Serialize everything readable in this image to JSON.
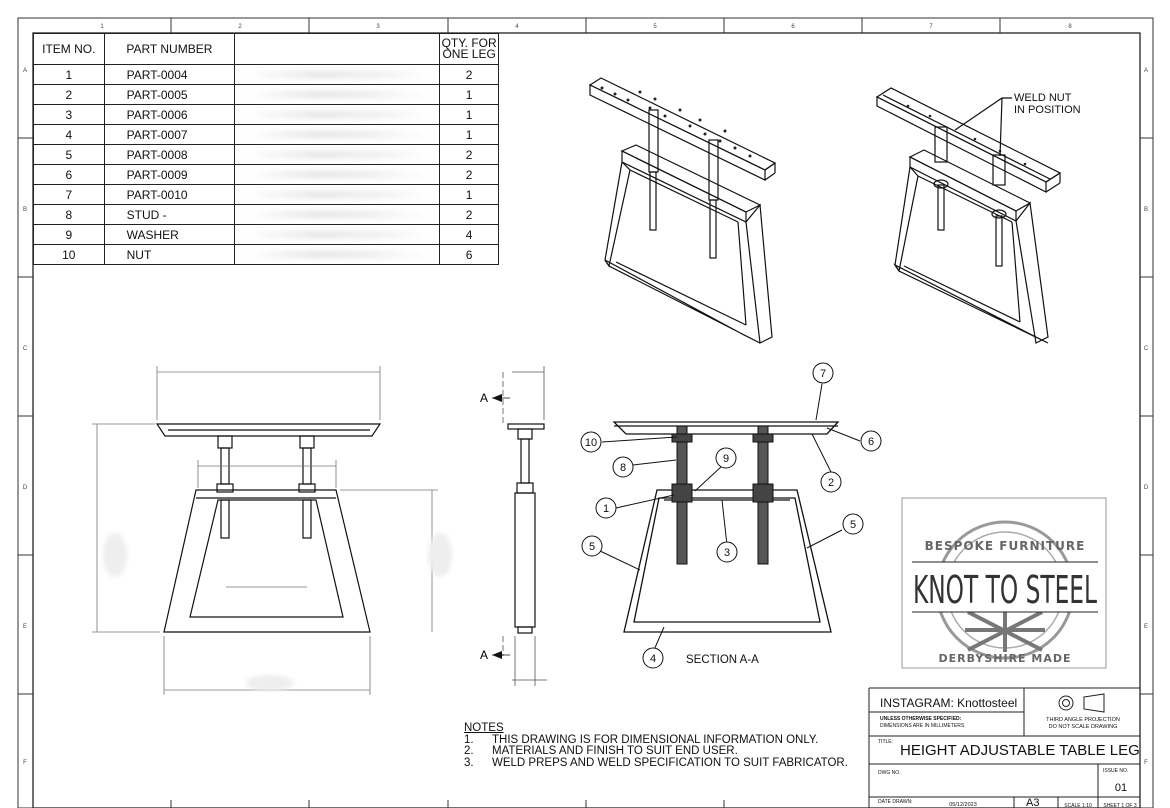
{
  "zone_columns": [
    "1",
    "2",
    "3",
    "4",
    "5",
    "6",
    "7",
    "8"
  ],
  "zone_rows": [
    "A",
    "B",
    "C",
    "D",
    "E",
    "F"
  ],
  "bom": {
    "headers": {
      "item": "ITEM NO.",
      "part": "PART NUMBER",
      "qty_line1": "QTY. FOR",
      "qty_line2": "ONE LEG"
    },
    "rows": [
      {
        "item": "1",
        "part": "PART-0004",
        "qty": "2"
      },
      {
        "item": "2",
        "part": "PART-0005",
        "qty": "1"
      },
      {
        "item": "3",
        "part": "PART-0006",
        "qty": "1"
      },
      {
        "item": "4",
        "part": "PART-0007",
        "qty": "1"
      },
      {
        "item": "5",
        "part": "PART-0008",
        "qty": "2"
      },
      {
        "item": "6",
        "part": "PART-0009",
        "qty": "2"
      },
      {
        "item": "7",
        "part": "PART-0010",
        "qty": "1"
      },
      {
        "item": "8",
        "part": "STUD - ",
        "qty": "2"
      },
      {
        "item": "9",
        "part": "WASHER",
        "qty": "4"
      },
      {
        "item": "10",
        "part": "NUT",
        "qty": "6"
      }
    ]
  },
  "callout_weld": {
    "line1": "WELD NUT",
    "line2": "IN POSITION"
  },
  "section": {
    "marker": "A",
    "label": "SECTION A-A"
  },
  "balloons": [
    "1",
    "2",
    "3",
    "4",
    "5",
    "5",
    "6",
    "7",
    "8",
    "9",
    "10"
  ],
  "notes": {
    "heading": "NOTES",
    "items": [
      {
        "n": "1.",
        "text": "THIS DRAWING IS FOR DIMENSIONAL INFORMATION ONLY."
      },
      {
        "n": "2.",
        "text": "MATERIALS AND FINISH TO SUIT END USER."
      },
      {
        "n": "3.",
        "text": "WELD PREPS AND WELD SPECIFICATION TO SUIT FABRICATOR."
      }
    ]
  },
  "logo": {
    "top": "BESPOKE FURNITURE",
    "main": "KNOT TO STEEL",
    "bottom": "DERBYSHIRE MADE"
  },
  "title_block": {
    "instagram": "INSTAGRAM:  Knottosteel",
    "unless_1": "UNLESS OTHERWISE SPECIFIED:",
    "unless_2": "DIMENSIONS ARE IN MILLIMETERS",
    "projection_1": "THIRD ANGLE PROJECTION",
    "projection_2": "DO NOT SCALE DRAWING",
    "title_label": "TITLE:",
    "title": "HEIGHT ADJUSTABLE TABLE LEG",
    "dwg_label": "DWG NO.",
    "issue_label": "ISSUE NO.",
    "issue": "01",
    "date_label": "DATE DRAWN:",
    "date": "05/12/2023",
    "size": "A3",
    "scale": "SCALE 1:10",
    "sheet": "SHEET 1 OF 3"
  }
}
